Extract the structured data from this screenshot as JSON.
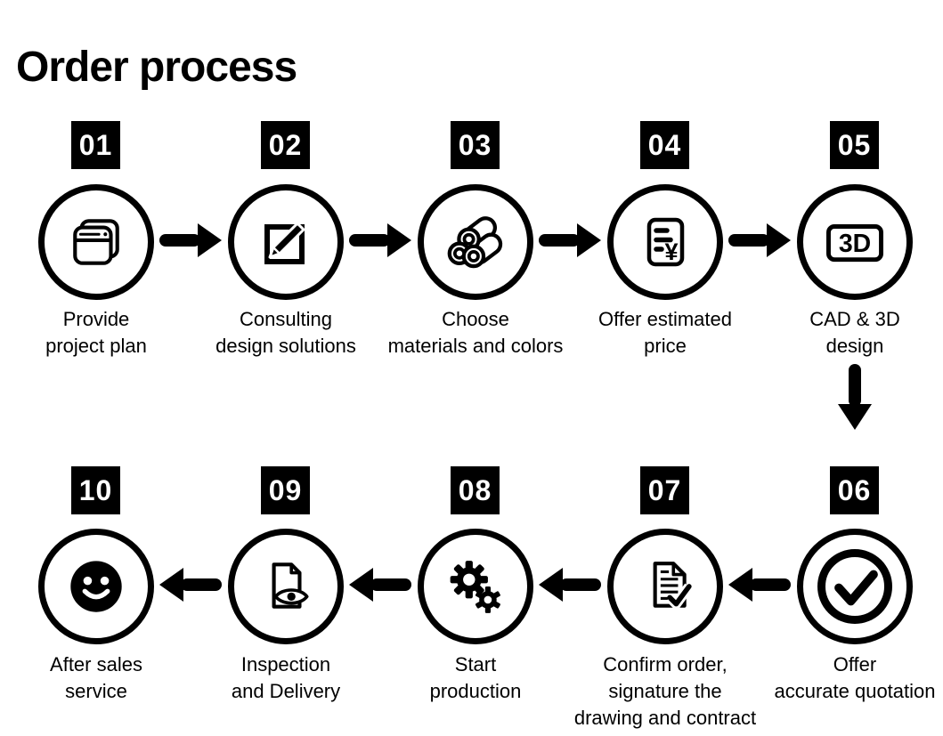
{
  "title": "Order process",
  "colors": {
    "ink": "#000000",
    "background": "#ffffff",
    "badge_text": "#ffffff"
  },
  "steps": [
    {
      "number": "01",
      "icon": "project-plan-icon",
      "lines": [
        "Provide",
        "project plan"
      ]
    },
    {
      "number": "02",
      "icon": "design-edit-icon",
      "lines": [
        "Consulting",
        "design solutions"
      ]
    },
    {
      "number": "03",
      "icon": "materials-pipes-icon",
      "lines": [
        "Choose",
        "materials and colors"
      ]
    },
    {
      "number": "04",
      "icon": "estimated-price-icon",
      "lines": [
        "Offer estimated",
        "price"
      ],
      "icon_text": "¥"
    },
    {
      "number": "05",
      "icon": "cad-3d-icon",
      "lines": [
        "CAD & 3D",
        "design"
      ],
      "icon_text": "3D"
    },
    {
      "number": "06",
      "icon": "check-circle-icon",
      "lines": [
        "Offer",
        "accurate quotation"
      ]
    },
    {
      "number": "07",
      "icon": "contract-confirm-icon",
      "lines": [
        "Confirm order,",
        "signature the",
        "drawing and contract"
      ]
    },
    {
      "number": "08",
      "icon": "gears-icon",
      "lines": [
        "Start",
        "production"
      ]
    },
    {
      "number": "09",
      "icon": "inspection-eye-icon",
      "lines": [
        "Inspection",
        "and Delivery"
      ]
    },
    {
      "number": "10",
      "icon": "smiley-icon",
      "lines": [
        "After sales",
        "service"
      ]
    }
  ]
}
